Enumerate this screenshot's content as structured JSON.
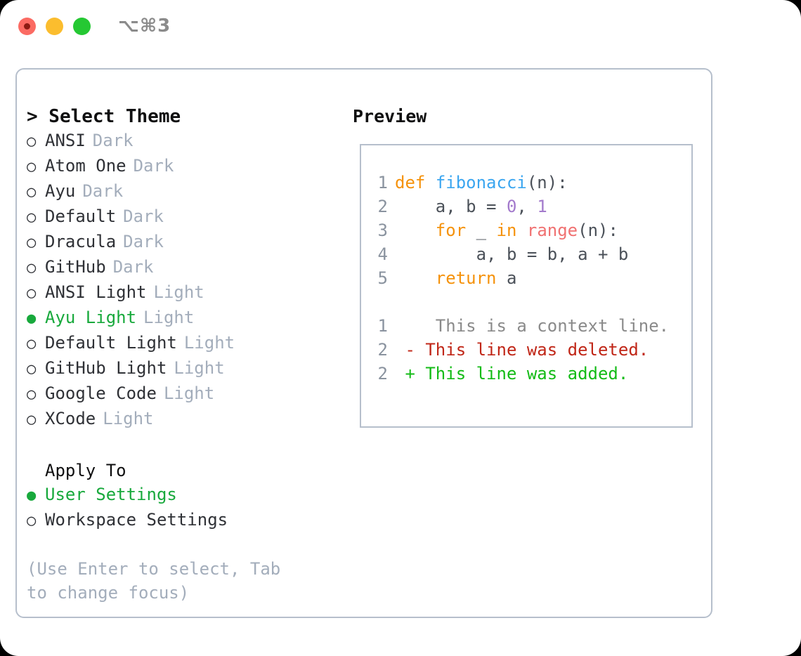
{
  "window": {
    "shortcut": "⌥⌘3",
    "traffic_lights": [
      {
        "name": "close",
        "color": "#FB6B63"
      },
      {
        "name": "minimize",
        "color": "#FBBD2E"
      },
      {
        "name": "zoom",
        "color": "#25C833"
      }
    ]
  },
  "theme_picker": {
    "title": "> Select Theme",
    "bullet_off": "○",
    "bullet_on": "●",
    "items": [
      {
        "label": "ANSI",
        "tag": "Dark",
        "selected": false
      },
      {
        "label": "Atom One",
        "tag": "Dark",
        "selected": false
      },
      {
        "label": "Ayu",
        "tag": "Dark",
        "selected": false
      },
      {
        "label": "Default",
        "tag": "Dark",
        "selected": false
      },
      {
        "label": "Dracula",
        "tag": "Dark",
        "selected": false
      },
      {
        "label": "GitHub",
        "tag": "Dark",
        "selected": false
      },
      {
        "label": "ANSI Light",
        "tag": "Light",
        "selected": false
      },
      {
        "label": "Ayu Light",
        "tag": "Light",
        "selected": true
      },
      {
        "label": "Default Light",
        "tag": "Light",
        "selected": false
      },
      {
        "label": "GitHub Light",
        "tag": "Light",
        "selected": false
      },
      {
        "label": "Google Code",
        "tag": "Light",
        "selected": false
      },
      {
        "label": "XCode",
        "tag": "Light",
        "selected": false
      }
    ]
  },
  "apply_to": {
    "title": "Apply To",
    "items": [
      {
        "label": "User Settings",
        "selected": true
      },
      {
        "label": "Workspace Settings",
        "selected": false
      }
    ]
  },
  "hint": "(Use Enter to select, Tab to change focus)",
  "preview": {
    "title": "Preview",
    "code_lines": [
      {
        "n": "1",
        "tokens": [
          {
            "t": "def",
            "c": "kw"
          },
          {
            "t": " ",
            "c": "plain"
          },
          {
            "t": "fibonacci",
            "c": "fn"
          },
          {
            "t": "(n):",
            "c": "plain"
          }
        ]
      },
      {
        "n": "2",
        "tokens": [
          {
            "t": "    a, b = ",
            "c": "plain"
          },
          {
            "t": "0",
            "c": "num"
          },
          {
            "t": ", ",
            "c": "plain"
          },
          {
            "t": "1",
            "c": "num"
          }
        ]
      },
      {
        "n": "3",
        "tokens": [
          {
            "t": "    ",
            "c": "plain"
          },
          {
            "t": "for",
            "c": "kw"
          },
          {
            "t": " _ ",
            "c": "plain"
          },
          {
            "t": "in",
            "c": "kw"
          },
          {
            "t": " ",
            "c": "plain"
          },
          {
            "t": "range",
            "c": "call"
          },
          {
            "t": "(n):",
            "c": "plain"
          }
        ]
      },
      {
        "n": "4",
        "tokens": [
          {
            "t": "        a, b = b, a + b",
            "c": "plain"
          }
        ]
      },
      {
        "n": "5",
        "tokens": [
          {
            "t": "    ",
            "c": "plain"
          },
          {
            "t": "return",
            "c": "kw"
          },
          {
            "t": " a",
            "c": "plain"
          }
        ]
      }
    ],
    "diff_lines": [
      {
        "n": "1",
        "marker": " ",
        "text": "  This is a context line.",
        "kind": "ctx"
      },
      {
        "n": "2",
        "marker": "-",
        "text": " This line was deleted.",
        "kind": "del"
      },
      {
        "n": "2",
        "marker": "+",
        "text": " This line was added.",
        "kind": "add"
      }
    ]
  },
  "colors": {
    "accent_green": "#18A93C",
    "tag_gray": "#a3adbb",
    "border": "#b6bfcc",
    "keyword": "#F5920B",
    "function": "#3BA6F0",
    "number": "#A37ACC",
    "builtin": "#F07171",
    "diff_add": "#13BB16",
    "diff_del": "#C02617",
    "line_number": "#8a939f"
  }
}
